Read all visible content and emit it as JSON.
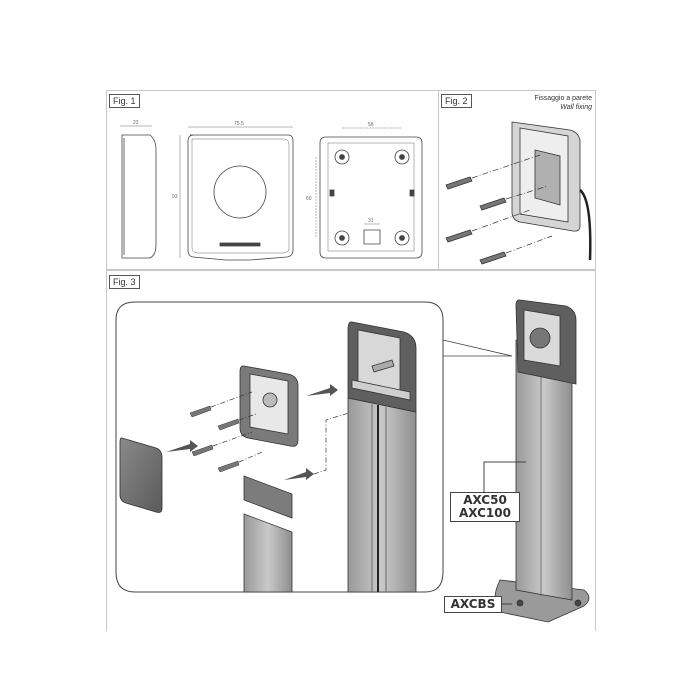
{
  "figures": {
    "fig1": {
      "label": "Fig. 1",
      "dims": {
        "depth": "23",
        "width": "75.5",
        "height": "93",
        "hole_spacing_h": "56",
        "hole_spacing_v": "60",
        "bottom": "31"
      }
    },
    "fig2": {
      "label": "Fig. 2",
      "caption_it": "Fissaggio a parete",
      "caption_en": "Wall fixing"
    },
    "fig3": {
      "label": "Fig. 3"
    }
  },
  "callouts": {
    "column_models": [
      "AXC50",
      "AXC100"
    ],
    "base_model": "AXCBS"
  },
  "colors": {
    "line": "#444444",
    "panel": "#a9a9a9",
    "dark_panel": "#6e6e6e",
    "frame": "#c8c8c8"
  }
}
